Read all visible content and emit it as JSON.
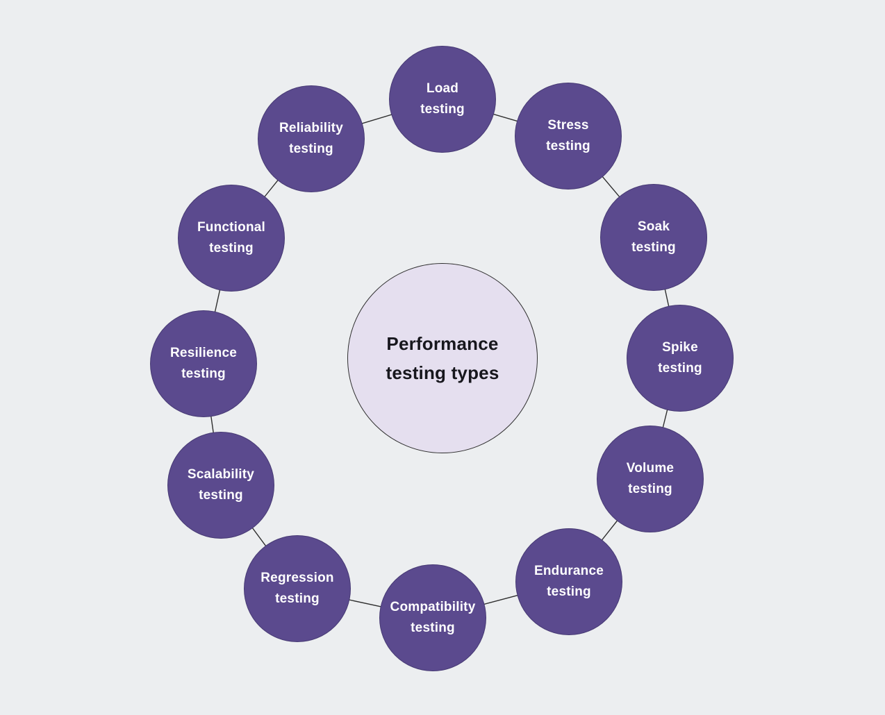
{
  "title": {
    "line1": "Performance",
    "line2": "testing types"
  },
  "nodes": [
    {
      "line1": "Load",
      "line2": "testing"
    },
    {
      "line1": "Stress",
      "line2": "testing"
    },
    {
      "line1": "Soak",
      "line2": "testing"
    },
    {
      "line1": "Spike",
      "line2": "testing"
    },
    {
      "line1": "Volume",
      "line2": "testing"
    },
    {
      "line1": "Endurance",
      "line2": "testing"
    },
    {
      "line1": "Compatibility",
      "line2": "testing"
    },
    {
      "line1": "Regression",
      "line2": "testing"
    },
    {
      "line1": "Scalability",
      "line2": "testing"
    },
    {
      "line1": "Resilience",
      "line2": "testing"
    },
    {
      "line1": "Functional",
      "line2": "testing"
    },
    {
      "line1": "Reliability",
      "line2": "testing"
    }
  ],
  "colors": {
    "background": "#eceef0",
    "node_fill": "#5b4a8e",
    "node_border": "#473a74",
    "node_text": "#ffffff",
    "center_fill": "#e5dfef",
    "stroke": "#2e2e2e",
    "title_text": "#17171d"
  }
}
